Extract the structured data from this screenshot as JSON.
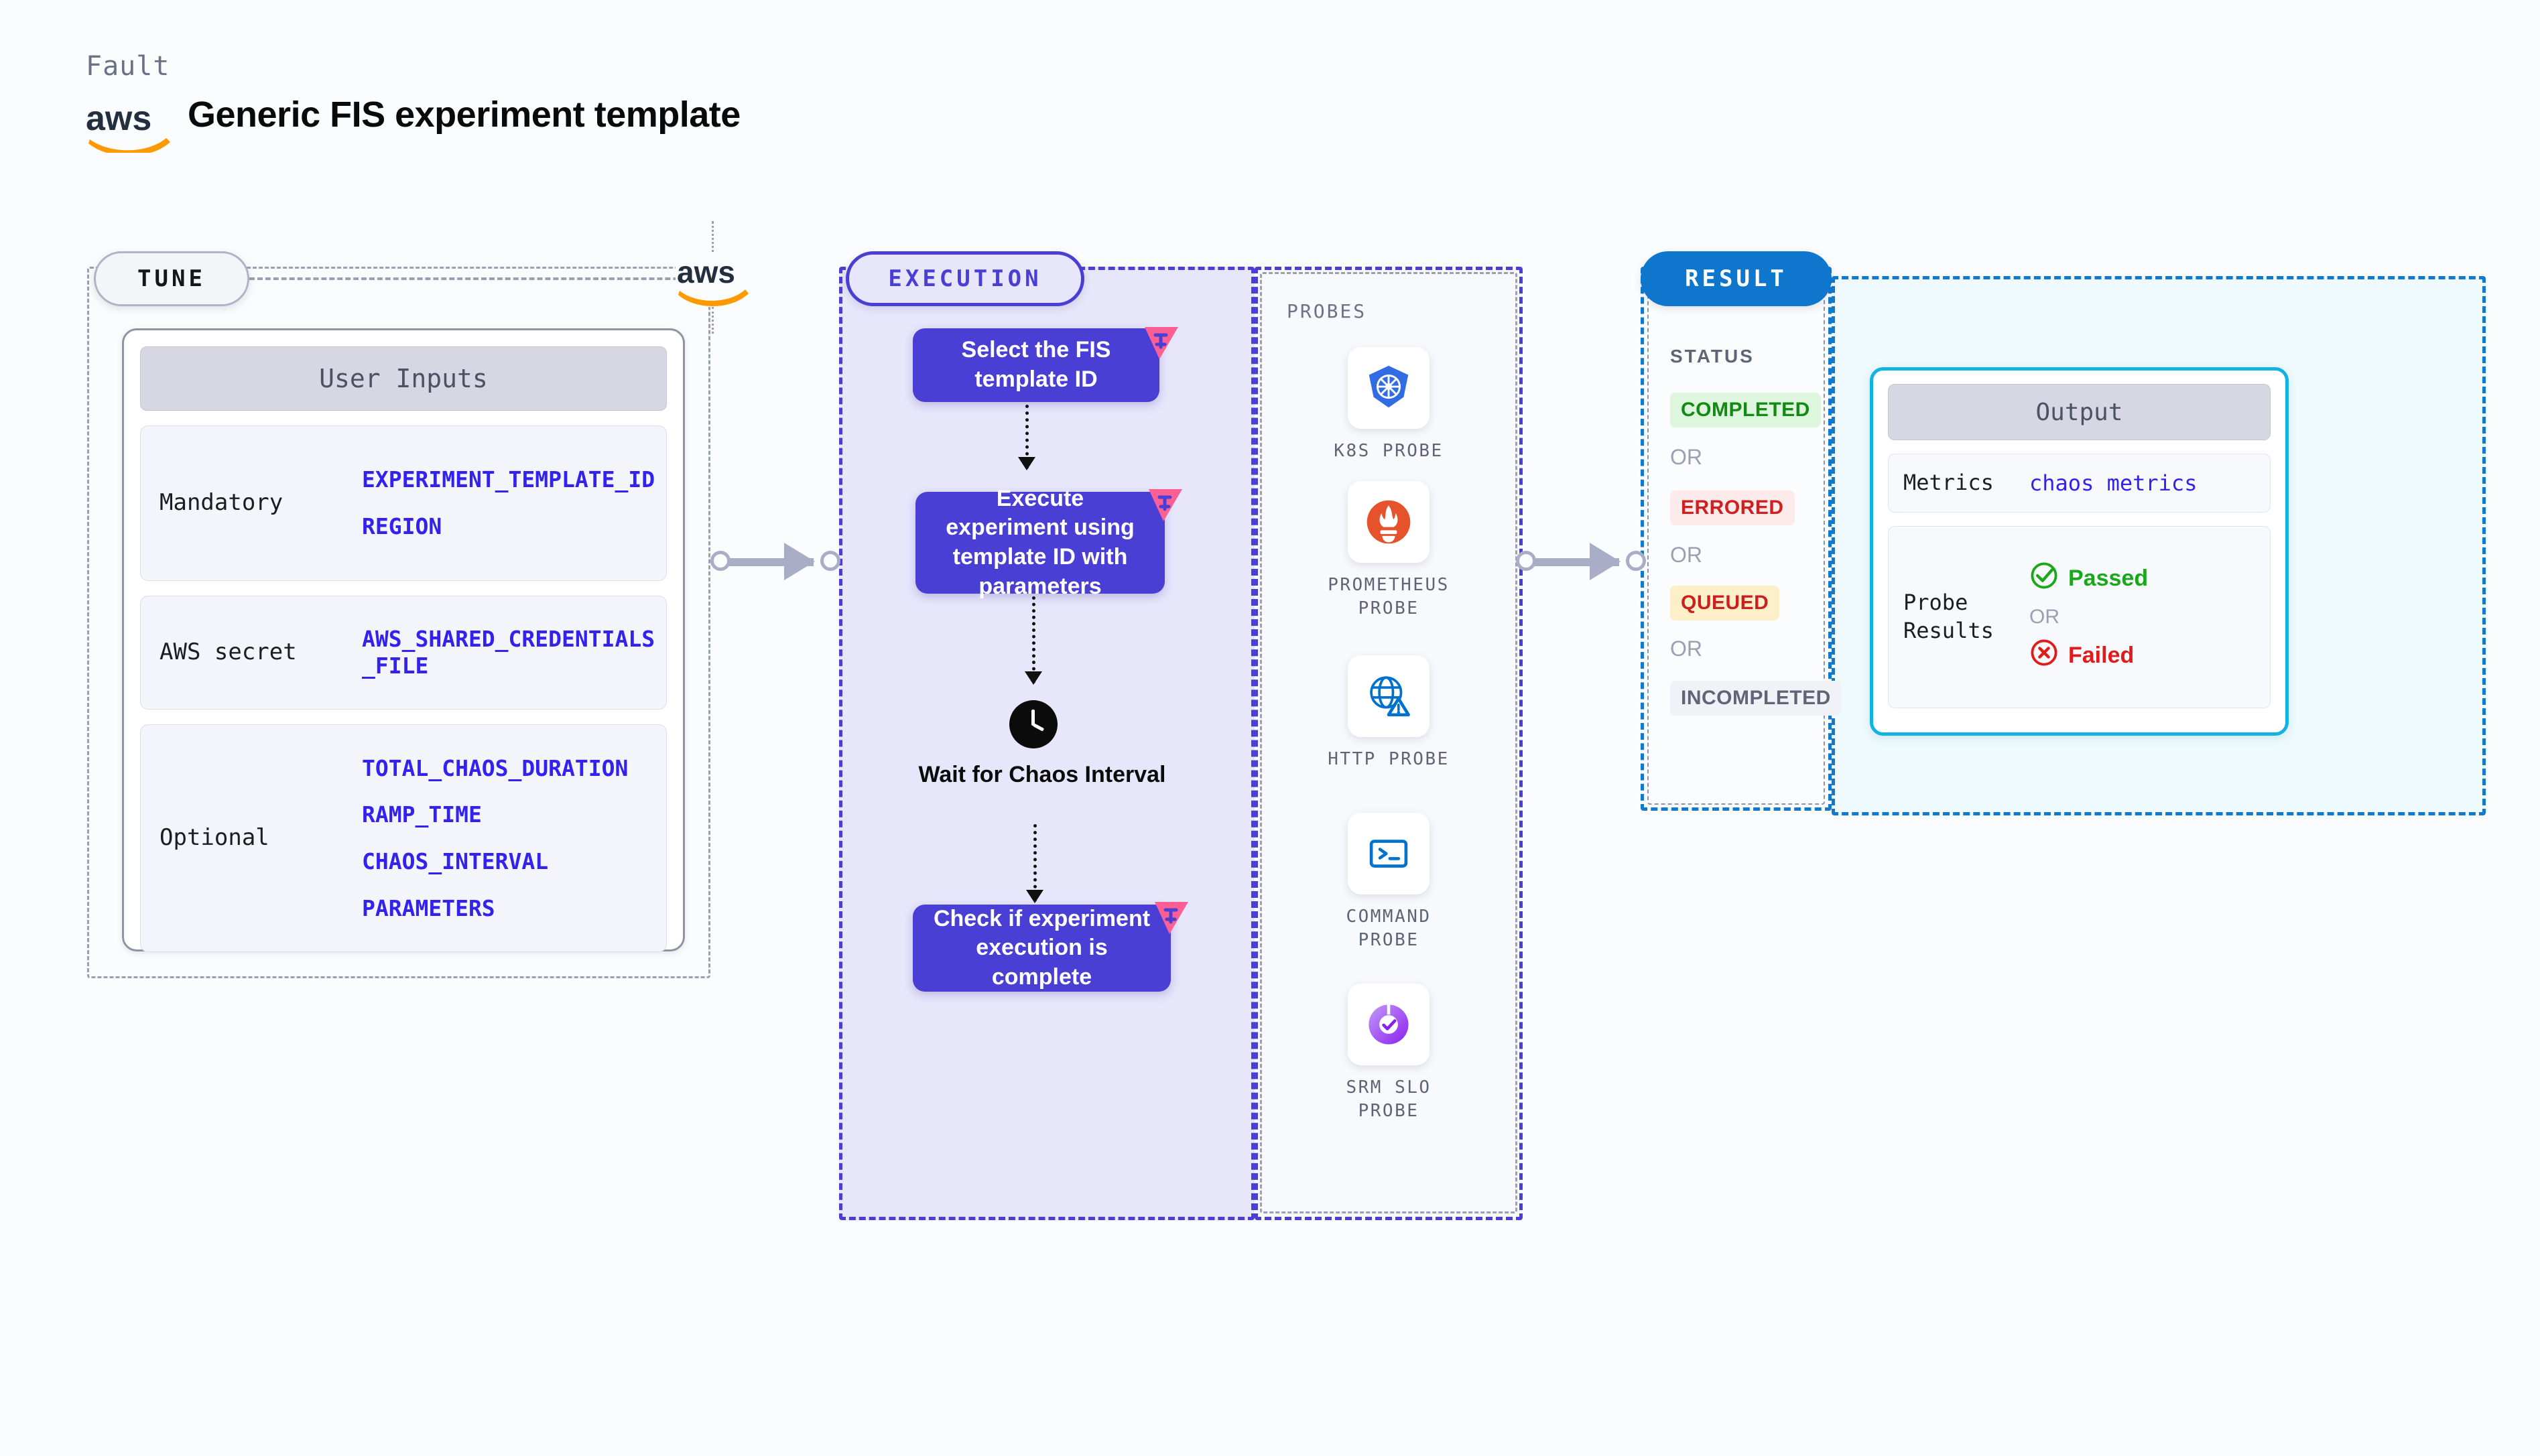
{
  "header": {
    "eyebrow": "Fault",
    "title": "Generic FIS experiment template",
    "logo_icon": "aws-logo"
  },
  "tune": {
    "pill_label": "TUNE",
    "card_title": "User Inputs",
    "rows": [
      {
        "label": "Mandatory",
        "values": [
          "EXPERIMENT_TEMPLATE_ID",
          "REGION"
        ]
      },
      {
        "label": "AWS secret",
        "values": [
          "AWS_SHARED_CREDENTIALS\n_FILE"
        ]
      },
      {
        "label": "Optional",
        "values": [
          "TOTAL_CHAOS_DURATION",
          "RAMP_TIME",
          "CHAOS_INTERVAL",
          "PARAMETERS"
        ]
      }
    ]
  },
  "execution": {
    "pill_label": "EXECUTION",
    "steps": [
      {
        "text": "Select the FIS template ID",
        "badge": "litmus-badge"
      },
      {
        "text": "Execute experiment using template ID with parameters",
        "badge": "litmus-badge"
      },
      {
        "text": "Wait for Chaos Interval",
        "badge": "clock-icon"
      },
      {
        "text": "Check if experiment execution is complete",
        "badge": "litmus-badge"
      }
    ]
  },
  "probes": {
    "title": "PROBES",
    "items": [
      {
        "label": "K8S PROBE",
        "icon": "kubernetes-icon"
      },
      {
        "label": "PROMETHEUS PROBE",
        "icon": "prometheus-icon"
      },
      {
        "label": "HTTP PROBE",
        "icon": "http-globe-icon"
      },
      {
        "label": "COMMAND PROBE",
        "icon": "terminal-icon"
      },
      {
        "label": "SRM SLO PROBE",
        "icon": "srm-slo-icon"
      }
    ]
  },
  "result": {
    "pill_label": "RESULT",
    "status_title": "STATUS",
    "or_label": "OR",
    "statuses": [
      {
        "label": "COMPLETED",
        "bg": "#ddf6dd",
        "fg": "#138a13"
      },
      {
        "label": "ERRORED",
        "bg": "#fdeaea",
        "fg": "#d01f1f"
      },
      {
        "label": "QUEUED",
        "bg": "#fdf0c8",
        "fg": "#cc1f1f"
      },
      {
        "label": "INCOMPLETED",
        "bg": "#f1f2f7",
        "fg": "#5f6476"
      }
    ],
    "output": {
      "title": "Output",
      "metrics_label": "Metrics",
      "metrics_value": "chaos metrics",
      "probe_results_label": "Probe Results",
      "passed_label": "Passed",
      "failed_label": "Failed",
      "or_label": "OR"
    }
  },
  "colors": {
    "indigo": "#4a3fd4",
    "aws_orange": "#f90",
    "result_blue": "#0e76cc",
    "cyan": "#14b2e3",
    "pink": "#fb5f93"
  }
}
